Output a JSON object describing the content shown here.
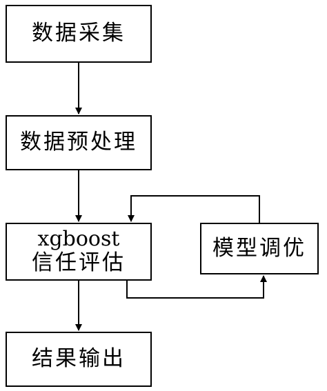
{
  "nodes": {
    "collect": {
      "label": "数据采集"
    },
    "preprocess": {
      "label": "数据预处理"
    },
    "evaluate": {
      "line1": "xgboost",
      "line2": "信任评估"
    },
    "tune": {
      "label": "模型调优"
    },
    "output": {
      "label": "结果输出"
    }
  },
  "edges": [
    {
      "from": "collect",
      "to": "preprocess"
    },
    {
      "from": "preprocess",
      "to": "evaluate"
    },
    {
      "from": "evaluate",
      "to": "output"
    },
    {
      "from": "evaluate",
      "to": "tune"
    },
    {
      "from": "tune",
      "to": "evaluate"
    }
  ],
  "colors": {
    "stroke": "#000000",
    "background": "#ffffff"
  }
}
